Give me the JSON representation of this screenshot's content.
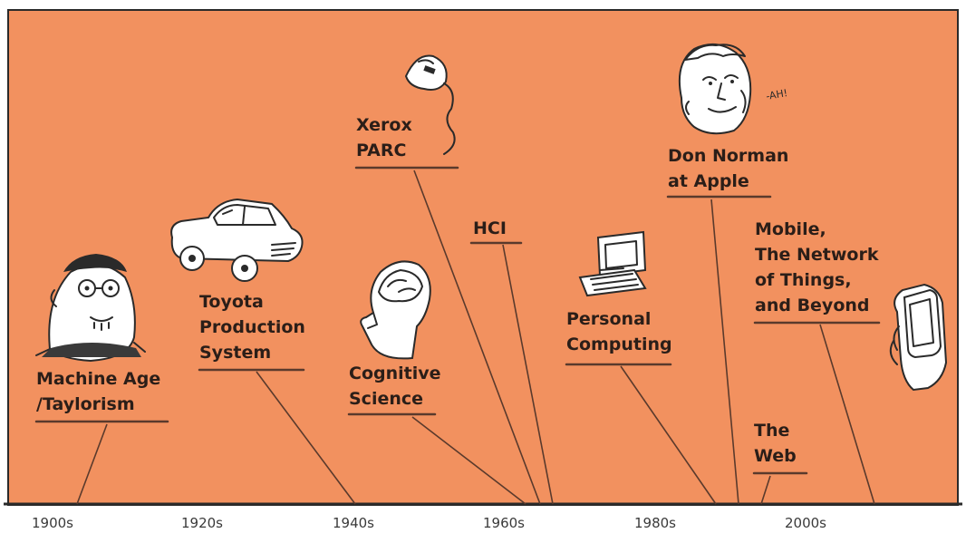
{
  "events": [
    {
      "id": "machine-age",
      "label": "Machine Age\n/Taylorism"
    },
    {
      "id": "toyota",
      "label": "Toyota\nProduction\nSystem"
    },
    {
      "id": "cognitive-science",
      "label": "Cognitive\nScience"
    },
    {
      "id": "xerox-parc",
      "label": "Xerox\nPARC"
    },
    {
      "id": "hci",
      "label": "HCI"
    },
    {
      "id": "personal-computing",
      "label": "Personal\nComputing"
    },
    {
      "id": "don-norman",
      "label": "Don Norman\nat Apple"
    },
    {
      "id": "the-web",
      "label": "The\nWeb"
    },
    {
      "id": "mobile",
      "label": "Mobile,\nThe Network\nof Things,\nand Beyond"
    }
  ],
  "axis_ticks": [
    "1900s",
    "1920s",
    "1940s",
    "1960s",
    "1980s",
    "2000s"
  ],
  "doodle_text": "-AH!",
  "colors": {
    "background": "#f2915f",
    "ink": "#2a2a2a",
    "label": "#2b1e18"
  },
  "icons": [
    "taylor-face-icon",
    "car-icon",
    "head-brain-icon",
    "mouse-icon",
    "computer-icon",
    "norman-face-icon",
    "phone-hand-icon"
  ]
}
